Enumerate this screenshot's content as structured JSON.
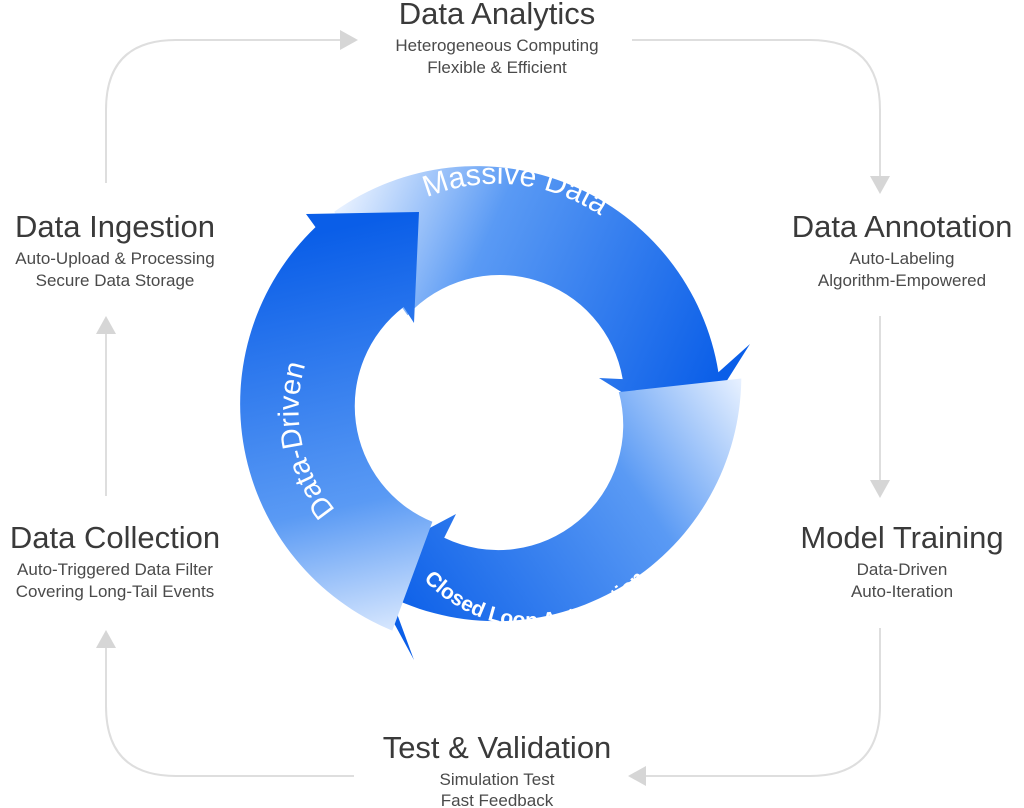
{
  "ring": {
    "segments": [
      {
        "id": "massive-data",
        "label": "Massive Data"
      },
      {
        "id": "closed-loop-automation",
        "label": "Closed Loop Automation"
      },
      {
        "id": "data-driven",
        "label": "Data-Driven"
      }
    ],
    "colors": {
      "blue": "#0a5ee8",
      "light": "#e6f0ff"
    }
  },
  "stages": [
    {
      "id": "data-analytics",
      "title": "Data Analytics",
      "lines": [
        "Heterogeneous Computing",
        "Flexible & Efficient"
      ]
    },
    {
      "id": "data-annotation",
      "title": "Data Annotation",
      "lines": [
        "Auto-Labeling",
        "Algorithm-Empowered"
      ]
    },
    {
      "id": "model-training",
      "title": "Model Training",
      "lines": [
        "Data-Driven",
        "Auto-Iteration"
      ]
    },
    {
      "id": "test-validation",
      "title": "Test & Validation",
      "lines": [
        "Simulation Test",
        "Fast Feedback"
      ]
    },
    {
      "id": "data-collection",
      "title": "Data Collection",
      "lines": [
        "Auto-Triggered Data Filter",
        "Covering Long-Tail Events"
      ]
    },
    {
      "id": "data-ingestion",
      "title": "Data Ingestion",
      "lines": [
        "Auto-Upload & Processing",
        "Secure Data Storage"
      ]
    }
  ]
}
